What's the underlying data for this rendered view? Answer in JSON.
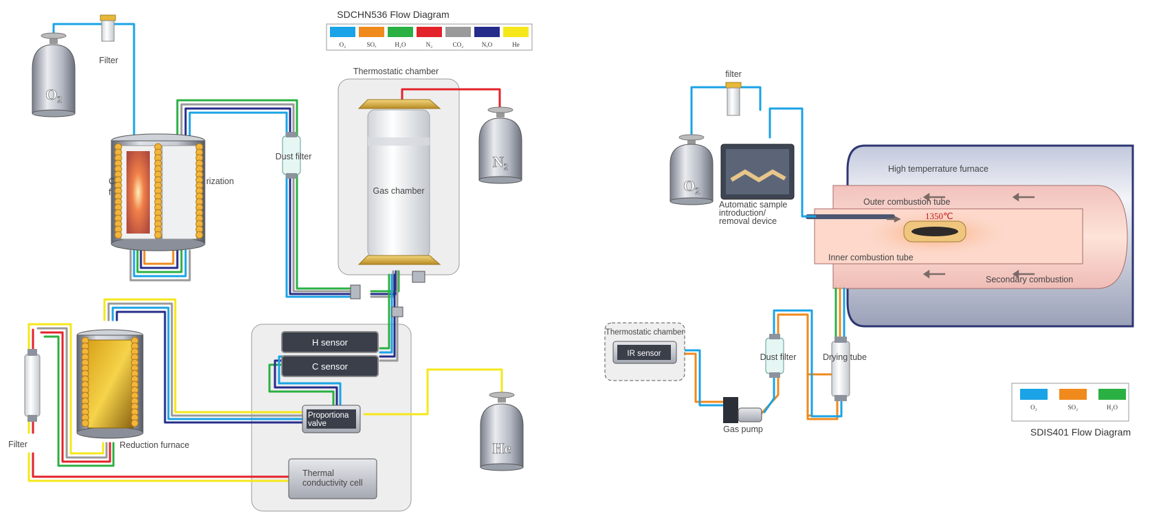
{
  "colors": {
    "o2": "#1aa3e6",
    "sox": "#f08a1c",
    "h2o": "#2bb043",
    "n2": "#e3222a",
    "co2": "#9a9a9a",
    "nxo": "#262c8a",
    "he": "#f5e71a"
  },
  "left": {
    "title": "SDCHN536 Flow Diagram",
    "legend": [
      {
        "key": "o2",
        "label": "O₂"
      },
      {
        "key": "sox",
        "label": "SOₓ"
      },
      {
        "key": "h2o",
        "label": "H₂O"
      },
      {
        "key": "n2",
        "label": "N₂"
      },
      {
        "key": "co2",
        "label": "CO₂"
      },
      {
        "key": "nxo",
        "label": "NₓO"
      },
      {
        "key": "he",
        "label": "He"
      }
    ],
    "labels": {
      "filter_top": "Filter",
      "o2_tank": "O₂",
      "n2_tank": "N₂",
      "he_tank": "He",
      "combustion_left": "C",
      "combustion_left2": "f",
      "combustion_right": "rization",
      "dust_filter": "Dust filter",
      "thermostatic_chamber": "Thermostatic chamber",
      "gas_chamber": "Gas chamber",
      "h_sensor": "H sensor",
      "c_sensor": "C sensor",
      "proportional_valve_1": "Proportiona",
      "proportional_valve_2": "valve",
      "thermal_cell_1": "Thermal",
      "thermal_cell_2": "conductivity cell",
      "filter_left": "Filter",
      "reduction_furnace": "Reduction furnace"
    }
  },
  "right": {
    "title": "SDIS401 Flow Diagram",
    "legend": [
      {
        "key": "o2",
        "label": "O₂"
      },
      {
        "key": "sox",
        "label": "SO₂"
      },
      {
        "key": "h2o",
        "label": "H₂O"
      }
    ],
    "labels": {
      "filter": "filter",
      "o2_tank": "O₂",
      "autosampler_1": "Automatic sample",
      "autosampler_2": "introduction/",
      "autosampler_3": "removal device",
      "high_temp_furnace": "High temperrature furnace",
      "outer_tube": "Outer combustion tube",
      "temperature": "1350℃",
      "inner_tube": "Inner combustion tube",
      "secondary": "Secondary combustion",
      "thermostatic_chamber": "Thermostatic chamber",
      "ir_sensor": "IR sensor",
      "dust_filter": "Dust filter",
      "drying_tube": "Drying tube",
      "gas_pump": "Gas pump"
    }
  }
}
